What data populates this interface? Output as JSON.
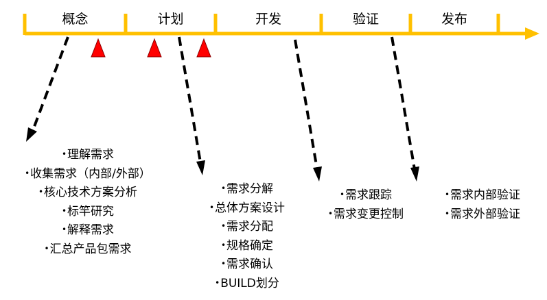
{
  "phases": [
    {
      "label": "概念"
    },
    {
      "label": "计划"
    },
    {
      "label": "开发"
    },
    {
      "label": "验证"
    },
    {
      "label": "发布"
    }
  ],
  "timeline_color": "#ffc000",
  "milestone_color": "#ff0000",
  "lists": {
    "concept": [
      "理解需求",
      "收集需求（内部/外部）",
      "核心技术方案分析",
      "标竿研究",
      "解释需求",
      "汇总产品包需求"
    ],
    "plan": [
      "需求分解",
      "总体方案设计",
      "需求分配",
      "规格确定",
      "需求确认",
      "BUILD划分"
    ],
    "dev": [
      "需求跟踪",
      "需求变更控制"
    ],
    "verify": [
      "需求内部验证",
      "需求外部验证"
    ]
  }
}
